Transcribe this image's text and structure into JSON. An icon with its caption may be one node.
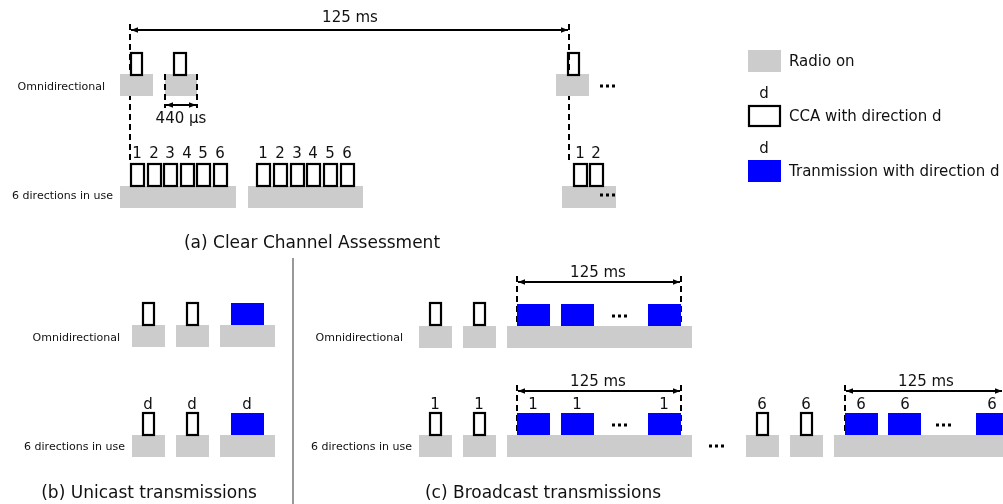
{
  "diagram": {
    "labels": [
      "125 ms",
      "Omnidirectional",
      "440 μs",
      "1",
      "2",
      "3",
      "4",
      "5",
      "6",
      "1",
      "2",
      "3",
      "4",
      "5",
      "6",
      "1",
      "2",
      "6 directions in use",
      "d",
      "d",
      "(a) Clear Channel Assessment",
      "Omnidirectional",
      "d",
      "d",
      "d",
      "6 directions in use",
      "(b) Unicast transmissions",
      "125 ms",
      "Omnidirectional",
      "125 ms",
      "125 ms",
      "1",
      "1",
      "1",
      "1",
      "1",
      "6",
      "6",
      "6",
      "6",
      "6",
      "6 directions in use",
      "(c) Broadcast transmissions"
    ],
    "legend": [
      {
        "text": "Radio on",
        "color": "#cccccc"
      },
      {
        "text": "CCA with direction d"
      },
      {
        "text": "Tranmission with direction d",
        "color": "#0000ff"
      }
    ]
  }
}
